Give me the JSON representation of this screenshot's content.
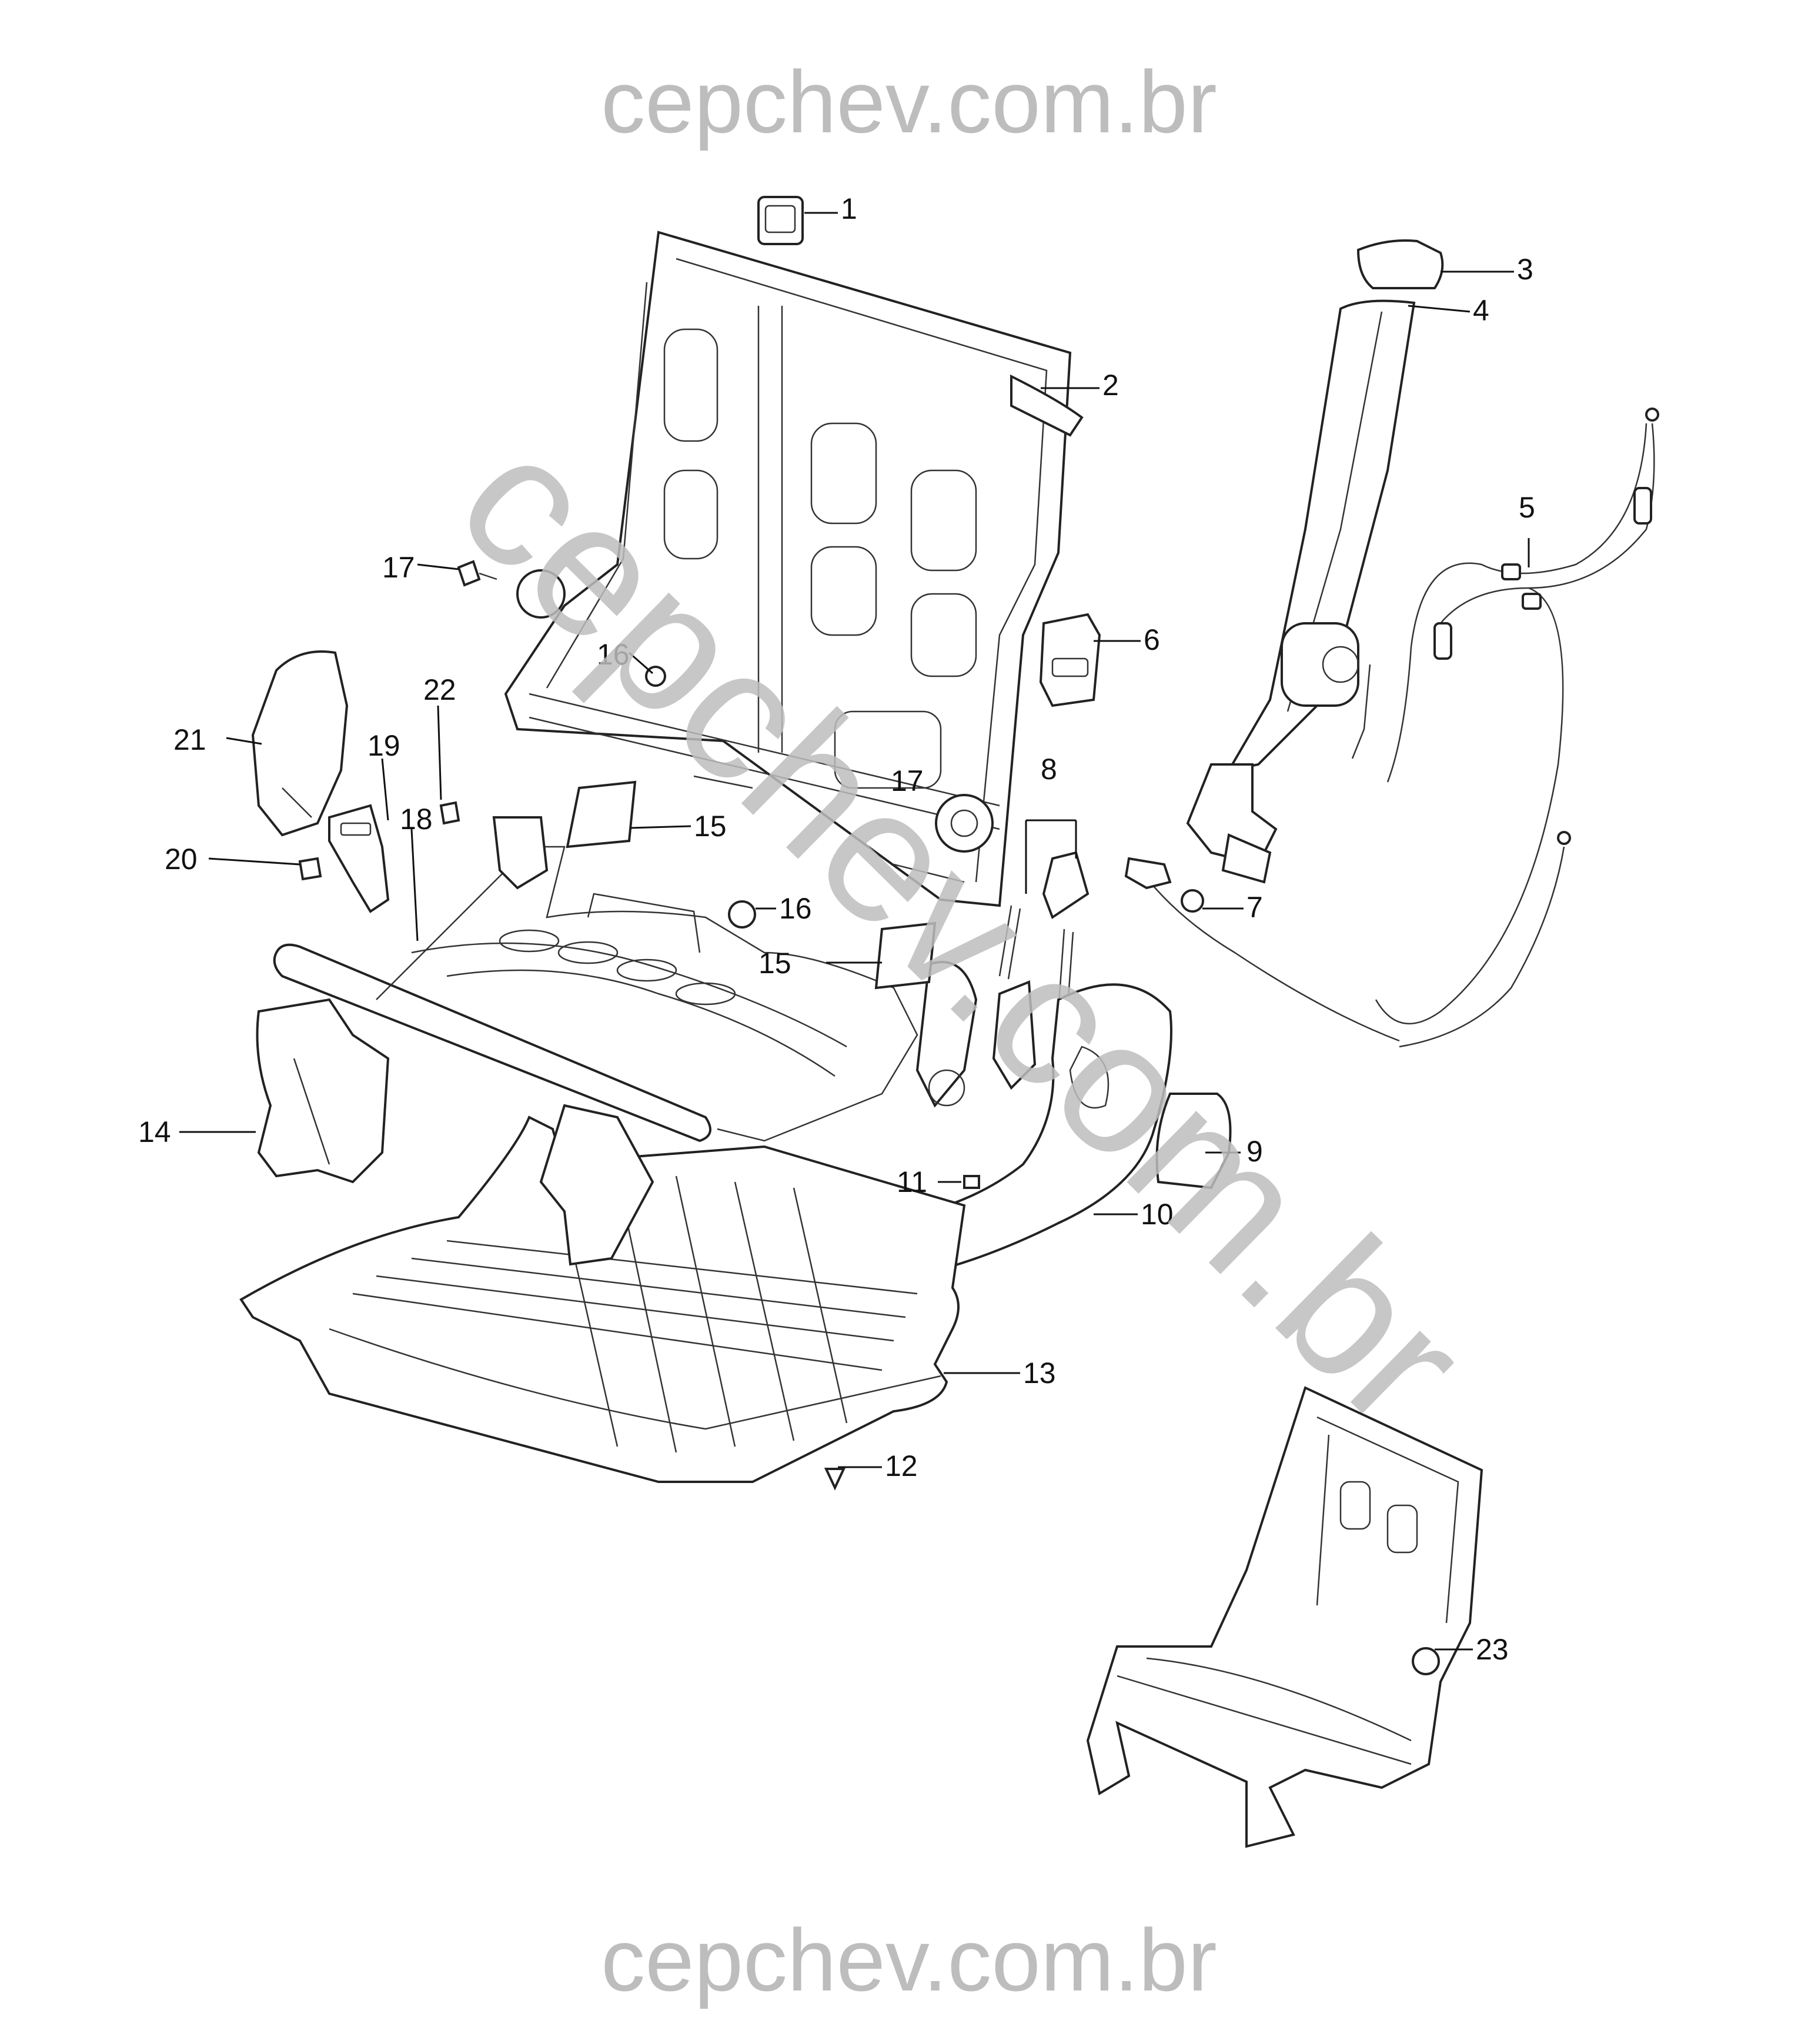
{
  "watermark": {
    "top": "cepchev.com.br",
    "bottom": "cepchev.com.br",
    "diagonal": "cepchev.com.br",
    "color": "#bdbdbd"
  },
  "callouts": [
    {
      "id": "1",
      "label": "1"
    },
    {
      "id": "2",
      "label": "2"
    },
    {
      "id": "3",
      "label": "3"
    },
    {
      "id": "4",
      "label": "4"
    },
    {
      "id": "5",
      "label": "5"
    },
    {
      "id": "6",
      "label": "6"
    },
    {
      "id": "7",
      "label": "7"
    },
    {
      "id": "8",
      "label": "8"
    },
    {
      "id": "9",
      "label": "9"
    },
    {
      "id": "10",
      "label": "10"
    },
    {
      "id": "11",
      "label": "11"
    },
    {
      "id": "12",
      "label": "12"
    },
    {
      "id": "13",
      "label": "13"
    },
    {
      "id": "14",
      "label": "14"
    },
    {
      "id": "15a",
      "label": "15"
    },
    {
      "id": "15b",
      "label": "15"
    },
    {
      "id": "16a",
      "label": "16"
    },
    {
      "id": "16b",
      "label": "16"
    },
    {
      "id": "17a",
      "label": "17"
    },
    {
      "id": "17b",
      "label": "17"
    },
    {
      "id": "18",
      "label": "18"
    },
    {
      "id": "19",
      "label": "19"
    },
    {
      "id": "20",
      "label": "20"
    },
    {
      "id": "21",
      "label": "21"
    },
    {
      "id": "22",
      "label": "22"
    },
    {
      "id": "23",
      "label": "23"
    }
  ]
}
